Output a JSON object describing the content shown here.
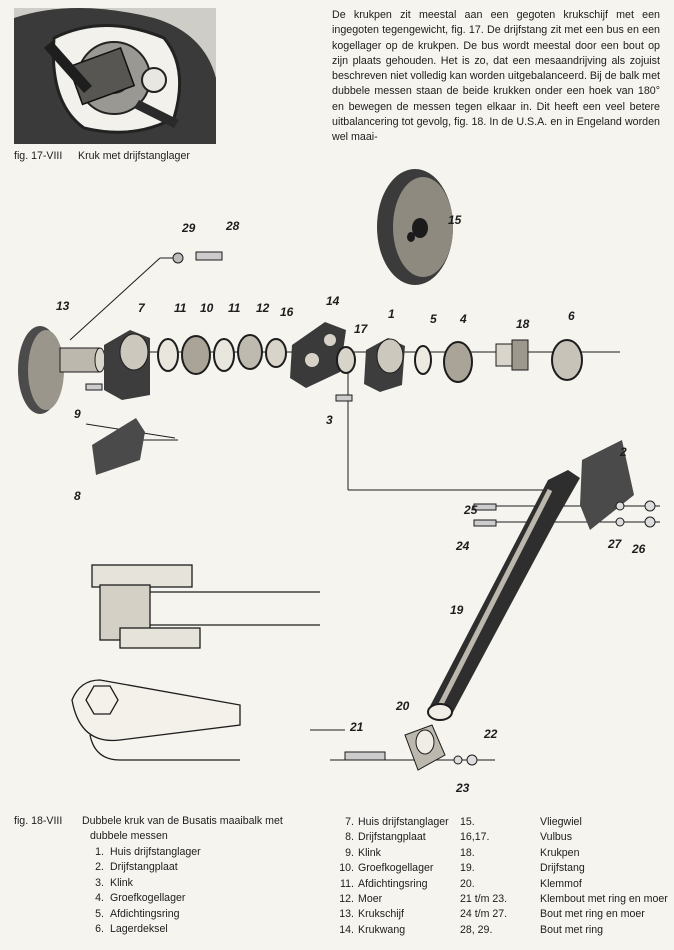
{
  "intro_text": "De krukpen zit meestal aan een gegoten krukschijf met een ingegoten tegengewicht, fig. 17. De drijfstang zit met een bus en een kogellager op de krukpen. De bus wordt meestal door een bout op zijn plaats gehouden. Het is zo, dat een mesaandrijving als zojuist beschreven niet volledig kan worden uitgebalanceerd. Bij de balk met dubbele messen staan de beide krukken onder een hoek van 180° en bewegen de messen tegen elkaar in. Dit heeft een veel betere uitbalancering tot gevolg, fig. 18. In de U.S.A. en in Engeland worden wel maai-",
  "fig17": {
    "number": "fig. 17-VIII",
    "title": "Kruk met drijfstanglager"
  },
  "fig18": {
    "number": "fig. 18-VIII",
    "title_line1": "Dubbele kruk van de Busatis maaibalk met",
    "title_line2": "dubbele messen"
  },
  "callouts": [
    "1",
    "2",
    "3",
    "4",
    "5",
    "6",
    "7",
    "8",
    "9",
    "10",
    "11",
    "11",
    "12",
    "13",
    "14",
    "15",
    "16",
    "17",
    "18",
    "19",
    "20",
    "21",
    "22",
    "23",
    "24",
    "25",
    "26",
    "27",
    "28",
    "29"
  ],
  "legend_col1": [
    {
      "n": "1.",
      "label": "Huis drijfstanglager"
    },
    {
      "n": "2.",
      "label": "Drijfstangplaat"
    },
    {
      "n": "3.",
      "label": "Klink"
    },
    {
      "n": "4.",
      "label": "Groefkogellager"
    },
    {
      "n": "5.",
      "label": "Afdichtingsring"
    },
    {
      "n": "6.",
      "label": "Lagerdeksel"
    }
  ],
  "legend_col2": [
    {
      "n": "7.",
      "label": "Huis drijfstanglager"
    },
    {
      "n": "8.",
      "label": "Drijfstangplaat"
    },
    {
      "n": "9.",
      "label": "Klink"
    },
    {
      "n": "10.",
      "label": "Groefkogellager"
    },
    {
      "n": "11.",
      "label": "Afdichtingsring"
    },
    {
      "n": "12.",
      "label": "Moer"
    },
    {
      "n": "13.",
      "label": "Krukschijf"
    },
    {
      "n": "14.",
      "label": "Krukwang"
    }
  ],
  "legend_col3": [
    {
      "n": "15.",
      "label": "Vliegwiel"
    },
    {
      "n": "16,17.",
      "label": "Vulbus"
    },
    {
      "n": "18.",
      "label": "Krukpen"
    },
    {
      "n": "19.",
      "label": "Drijfstang"
    },
    {
      "n": "20.",
      "label": "Klemmof"
    },
    {
      "n": "21 t/m 23.",
      "label": "Klembout met ring en moer"
    },
    {
      "n": "24 t/m 27.",
      "label": "Bout met ring en moer"
    },
    {
      "n": "28, 29.",
      "label": "Bout met ring"
    }
  ]
}
